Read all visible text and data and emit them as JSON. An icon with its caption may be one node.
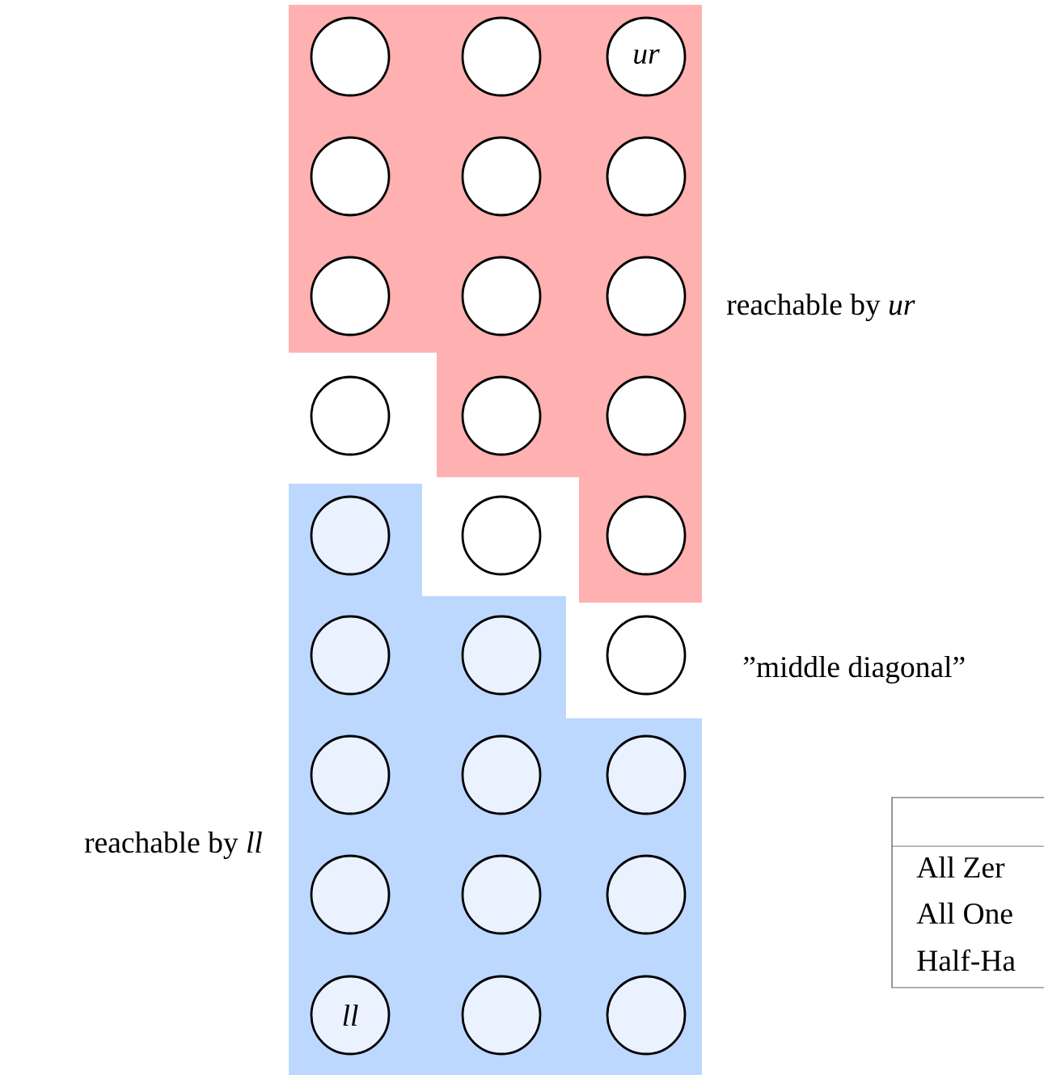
{
  "diagram": {
    "nodes": [
      {
        "text": [
          "reachable by *ur*"
        ]
      },
      {
        "text": [
          "reachable by *ll*"
        ]
      },
      {
        "text": [],
        "shape": "circle",
        "in": 0
      },
      {
        "text": [],
        "shape": "circle",
        "in": 0
      },
      {
        "text": [
          "ur"
        ],
        "in": 0
      },
      {
        "text": [],
        "shape": "circle",
        "in": 0
      },
      {
        "text": [],
        "shape": "circle",
        "in": 0
      },
      {
        "text": [],
        "shape": "circle",
        "in": 0
      },
      {
        "text": [],
        "shape": "circle",
        "in": 0
      },
      {
        "text": [],
        "shape": "circle",
        "in": 0
      },
      {
        "text": [],
        "shape": "circle",
        "in": 0
      },
      {
        "text": [],
        "shape": "circle"
      },
      {
        "text": [],
        "shape": "circle",
        "in": 0
      },
      {
        "text": [],
        "shape": "circle",
        "in": 0
      },
      {
        "text": [],
        "shape": "circle",
        "in": 1
      },
      {
        "text": [],
        "shape": "circle"
      },
      {
        "text": [],
        "shape": "circle",
        "in": 0
      },
      {
        "text": [],
        "shape": "circle",
        "in": 1
      },
      {
        "text": [],
        "shape": "circle",
        "in": 1
      },
      {
        "text": [],
        "shape": "circle"
      },
      {
        "text": [],
        "shape": "circle",
        "in": 1
      },
      {
        "text": [],
        "shape": "circle",
        "in": 1
      },
      {
        "text": [],
        "shape": "circle",
        "in": 1
      },
      {
        "text": [],
        "shape": "circle",
        "in": 1
      },
      {
        "text": [],
        "shape": "circle",
        "in": 1
      },
      {
        "text": [],
        "shape": "circle",
        "in": 1
      },
      {
        "text": [
          "ll"
        ],
        "in": 1
      },
      {
        "text": [],
        "shape": "circle",
        "in": 1
      },
      {
        "text": [],
        "shape": "circle",
        "in": 1
      }
    ],
    "edges": [],
    "labels": [
      "”middle diagonal”",
      "All Zer",
      "All One",
      "Half-Ha"
    ]
  }
}
